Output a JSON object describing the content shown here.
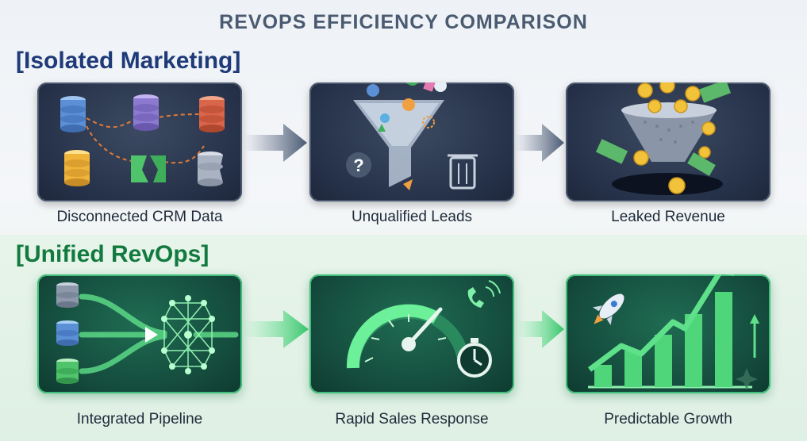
{
  "title": "REVOPS EFFICIENCY COMPARISON",
  "top_section": {
    "label": "[Isolated Marketing]",
    "steps": [
      {
        "caption": "Disconnected CRM Data",
        "icon": "disconnected-database-icon"
      },
      {
        "caption": "Unqualified Leads",
        "icon": "lead-funnel-icon"
      },
      {
        "caption": "Leaked Revenue",
        "icon": "leaking-money-funnel-icon"
      }
    ]
  },
  "bottom_section": {
    "label": "[Unified RevOps]",
    "steps": [
      {
        "caption": "Integrated Pipeline",
        "icon": "network-pipeline-icon"
      },
      {
        "caption": "Rapid Sales Response",
        "icon": "speedometer-icon"
      },
      {
        "caption": "Predictable Growth",
        "icon": "growth-chart-icon"
      }
    ]
  },
  "colors": {
    "title": "#4a5a70",
    "top_label": "#1e3a78",
    "bottom_label": "#127a3e",
    "dark_panel": "#26324a",
    "green_panel": "#144a3c",
    "green_accent": "#3fbf7a"
  }
}
